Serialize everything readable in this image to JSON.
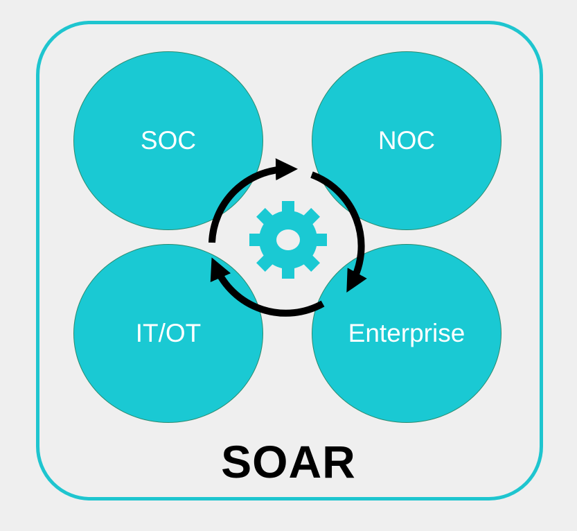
{
  "diagram": {
    "title": "SOAR",
    "nodes": [
      {
        "id": "soc",
        "label": "SOC"
      },
      {
        "id": "noc",
        "label": "NOC"
      },
      {
        "id": "itot",
        "label": "IT/OT"
      },
      {
        "id": "enterprise",
        "label": "Enterprise"
      }
    ],
    "center_icon": "gear-icon",
    "cycle_icon": "circular-arrows-icon"
  },
  "colors": {
    "background": "#efefef",
    "frame": "#1ec5cf",
    "circle_fill": "#1ac9d3",
    "circle_stroke": "#2a8a6e",
    "gear": "#1ac9d3",
    "arrows": "#000000",
    "label_text": "#ffffff",
    "title_text": "#000000"
  }
}
